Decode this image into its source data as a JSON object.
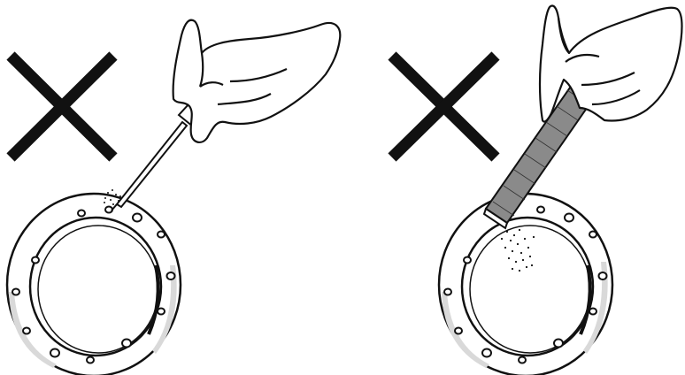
{
  "illustration": {
    "panels": [
      {
        "marker": "cross-mark",
        "tool": "scriber",
        "subject": "flange"
      },
      {
        "marker": "cross-mark",
        "tool": "file",
        "subject": "flange"
      }
    ],
    "colors": {
      "ink": "#111111",
      "paper": "#ffffff",
      "rim_shade": "#d9d9d9",
      "file_shade": "#8a8a8a"
    }
  }
}
